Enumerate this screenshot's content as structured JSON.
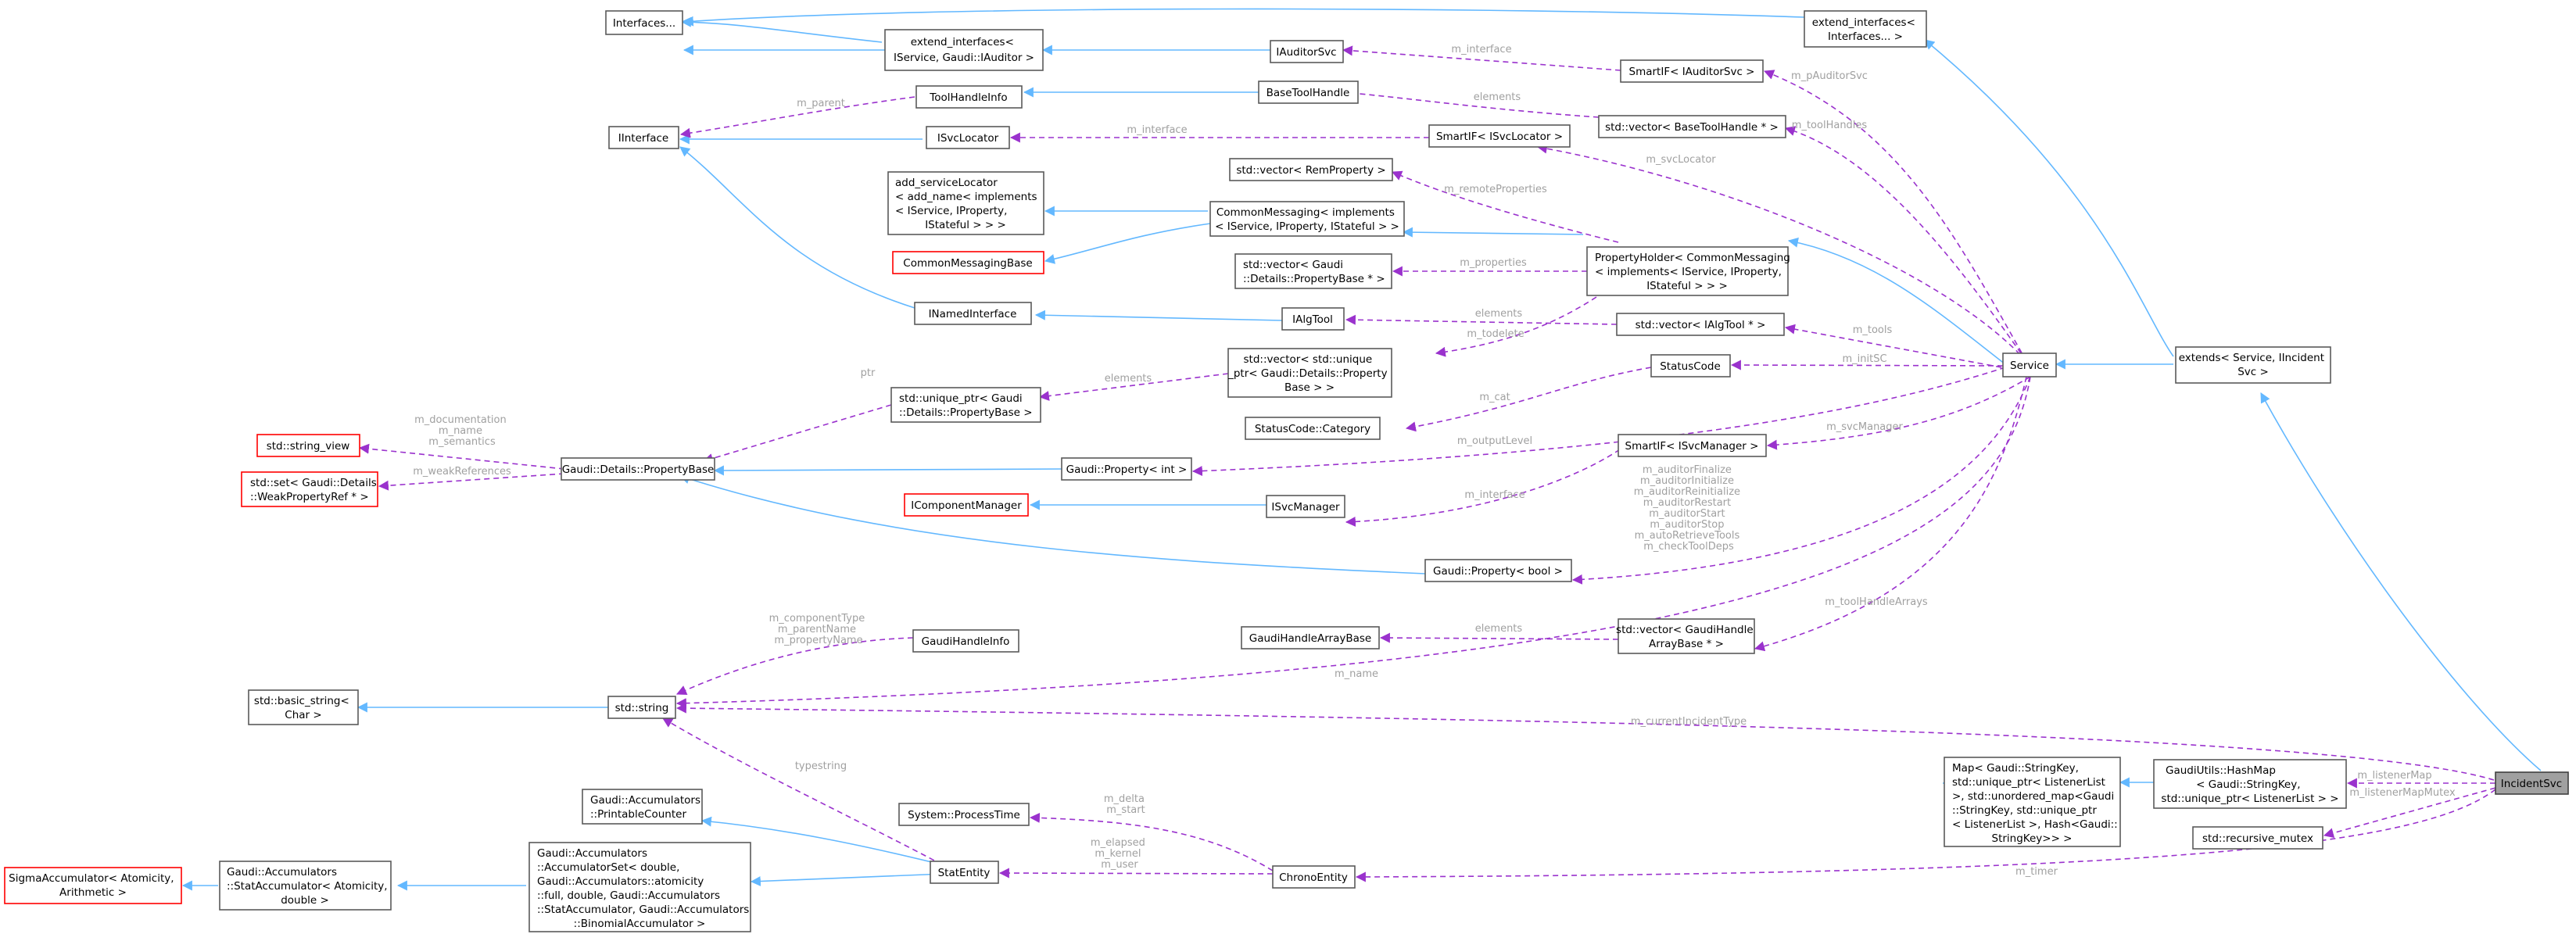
{
  "diagram": {
    "nodes": {
      "interfaces": [
        "Interfaces..."
      ],
      "extend_interfaces_auditor": [
        "extend_interfaces<",
        "IService, Gaudi::IAuditor >"
      ],
      "extend_interfaces_generic": [
        "extend_interfaces<",
        "Interfaces... >"
      ],
      "iauditorsvc": [
        "IAuditorSvc"
      ],
      "smartif_iauditorsvc": [
        "SmartIF< IAuditorSvc >"
      ],
      "toolhandleinfo": [
        "ToolHandleInfo"
      ],
      "basetoolhandle": [
        "BaseToolHandle"
      ],
      "vector_basetoolhandle": [
        "std::vector< BaseToolHandle * >"
      ],
      "iinterface": [
        "IInterface"
      ],
      "isvclocator": [
        "ISvcLocator"
      ],
      "smartif_isvclocator": [
        "SmartIF< ISvcLocator >"
      ],
      "vector_remproperty": [
        "std::vector< RemProperty >"
      ],
      "add_servicelocator": [
        "add_serviceLocator",
        "< add_name< implements",
        "< IService, IProperty,",
        "IStateful > > >"
      ],
      "commonmessaging": [
        "CommonMessaging< implements",
        "< IService, IProperty, IStateful > >"
      ],
      "commonmessagingbase": [
        "CommonMessagingBase"
      ],
      "vector_propertybase": [
        "std::vector< Gaudi",
        "::Details::PropertyBase * >"
      ],
      "propertyholder": [
        "PropertyHolder< CommonMessaging",
        "< implements< IService, IProperty,",
        "IStateful > > >"
      ],
      "inamedinterface": [
        "INamedInterface"
      ],
      "ialgtool": [
        "IAlgTool"
      ],
      "vector_ialgtool": [
        "std::vector< IAlgTool * >"
      ],
      "vector_unique_ptr": [
        "std::vector< std::unique",
        "_ptr< Gaudi::Details::Property",
        "Base > >"
      ],
      "statuscode": [
        "StatusCode"
      ],
      "service": [
        "Service"
      ],
      "extends_service": [
        "extends< Service, IIncident",
        "Svc >"
      ],
      "unique_ptr_propertybase": [
        "std::unique_ptr< Gaudi",
        "::Details::PropertyBase >"
      ],
      "statuscode_category": [
        "StatusCode::Category"
      ],
      "string_view": [
        "std::string_view"
      ],
      "propertybase": [
        "Gaudi::Details::PropertyBase"
      ],
      "property_int": [
        "Gaudi::Property< int >"
      ],
      "smartif_isvcmanager": [
        "SmartIF< ISvcManager >"
      ],
      "set_weakpropertyref": [
        "std::set< Gaudi::Details",
        "::WeakPropertyRef * >"
      ],
      "icomponentmanager": [
        "IComponentManager"
      ],
      "isvcmanager": [
        "ISvcManager"
      ],
      "property_bool": [
        "Gaudi::Property< bool >"
      ],
      "gaudihandleinfo": [
        "GaudiHandleInfo"
      ],
      "gaudihandlearraybase": [
        "GaudiHandleArrayBase"
      ],
      "vector_gaudihandlearraybase": [
        "std::vector< GaudiHandle",
        "ArrayBase * >"
      ],
      "basic_string": [
        "std::basic_string<",
        "Char >"
      ],
      "std_string": [
        "std::string"
      ],
      "map": [
        "Map< Gaudi::StringKey,",
        "std::unique_ptr< ListenerList",
        ">, std::unordered_map<Gaudi",
        "::StringKey, std::unique_ptr",
        "< ListenerList >, Hash<Gaudi::",
        "StringKey>> >"
      ],
      "hashmap": [
        "GaudiUtils::HashMap",
        "< Gaudi::StringKey,",
        "std::unique_ptr< ListenerList > >"
      ],
      "incidentsvc": [
        "IncidentSvc"
      ],
      "printablecounter": [
        "Gaudi::Accumulators",
        "::PrintableCounter"
      ],
      "processtime": [
        "System::ProcessTime"
      ],
      "recursive_mutex": [
        "std::recursive_mutex"
      ],
      "sigma_accumulator": [
        "SigmaAccumulator< Atomicity,",
        "Arithmetic >"
      ],
      "stat_accumulator": [
        "Gaudi::Accumulators",
        "::StatAccumulator< Atomicity,",
        "double >"
      ],
      "accumulator_set": [
        "Gaudi::Accumulators",
        "::AccumulatorSet< double,",
        "Gaudi::Accumulators::atomicity",
        "::full, double, Gaudi::Accumulators",
        "::StatAccumulator, Gaudi::Accumulators",
        "::BinomialAccumulator >"
      ],
      "statentity": [
        "StatEntity"
      ],
      "chronoentity": [
        "ChronoEntity"
      ]
    },
    "edge_labels": {
      "m_interface_auditor": [
        "m_interface"
      ],
      "m_pauditorsvc": [
        "m_pAuditorSvc"
      ],
      "m_parent": [
        "m_parent"
      ],
      "elements_btool": [
        "elements"
      ],
      "m_toolhandles": [
        "m_toolHandles"
      ],
      "m_interface_locator": [
        "m_interface"
      ],
      "m_svclocator": [
        "m_svcLocator"
      ],
      "m_remoteproperties": [
        "m_remoteProperties"
      ],
      "m_properties": [
        "m_properties"
      ],
      "elements_algtool": [
        "elements"
      ],
      "m_todelete": [
        "m_todelete"
      ],
      "m_tools": [
        "m_tools"
      ],
      "m_initsc": [
        "m_initSC"
      ],
      "elements_uptr": [
        "elements"
      ],
      "ptr": [
        "ptr"
      ],
      "m_cat": [
        "m_cat"
      ],
      "m_outputlevel": [
        "m_outputLevel"
      ],
      "m_svcmanager": [
        "m_svcManager"
      ],
      "m_doc": [
        "m_documentation",
        "m_name",
        "m_semantics"
      ],
      "m_weakreferences": [
        "m_weakReferences"
      ],
      "m_interface_svcmgr": [
        "m_interface"
      ],
      "m_bool_flags": [
        "m_auditorFinalize",
        "m_auditorInitialize",
        "m_auditorReinitialize",
        "m_auditorRestart",
        "m_auditorStart",
        "m_auditorStop",
        "m_autoRetrieveTools",
        "m_checkToolDeps"
      ],
      "m_component": [
        "m_componentType",
        "m_parentName",
        "m_propertyName"
      ],
      "elements_gha": [
        "elements"
      ],
      "m_toolhandlearrays": [
        "m_toolHandleArrays"
      ],
      "m_name_service": [
        "m_name"
      ],
      "m_currentincidenttype": [
        "m_currentIncidentType"
      ],
      "typestring": [
        "typestring"
      ],
      "m_listenermap": [
        "m_listenerMap"
      ],
      "m_listenermapmutex": [
        "m_listenerMapMutex"
      ],
      "m_delta": [
        "m_delta",
        "m_start"
      ],
      "m_elapsed": [
        "m_elapsed",
        "m_kernel",
        "m_user"
      ],
      "m_timer": [
        "m_timer"
      ]
    }
  }
}
